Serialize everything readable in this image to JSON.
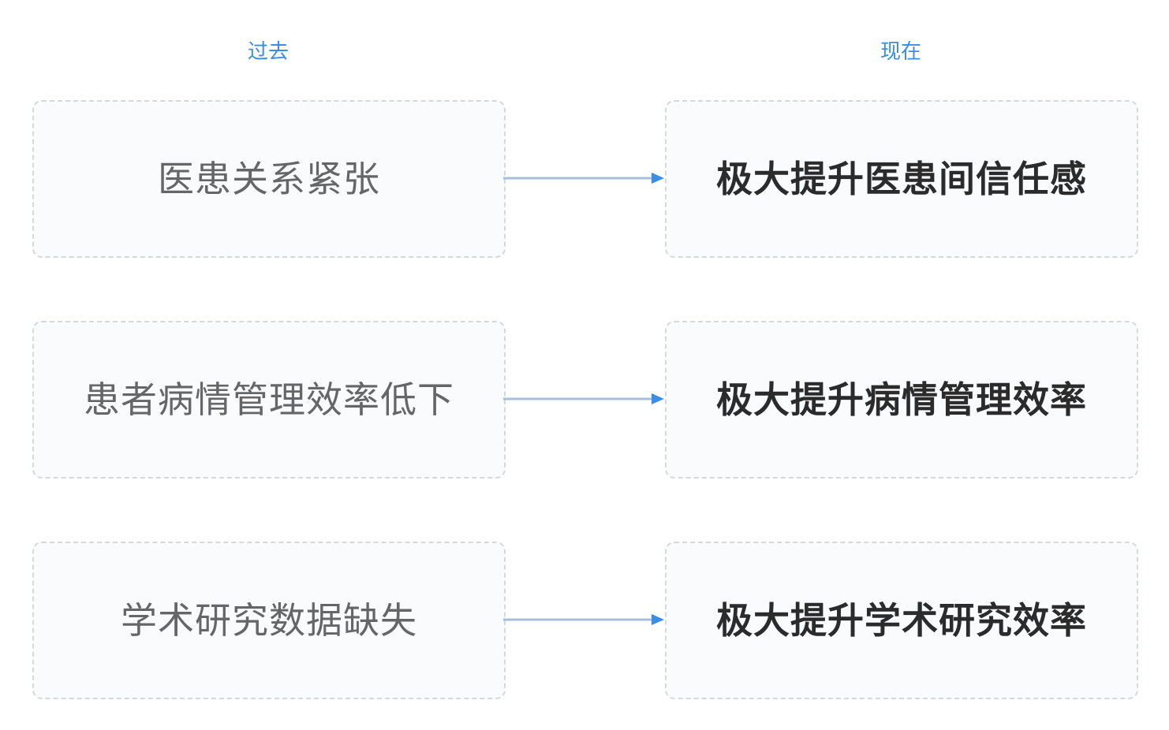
{
  "headers": {
    "past": "过去",
    "now": "现在"
  },
  "rows": [
    {
      "past": "医患关系紧张",
      "now": "极大提升医患间信任感"
    },
    {
      "past": "患者病情管理效率低下",
      "now": "极大提升病情管理效率"
    },
    {
      "past": "学术研究数据缺失",
      "now": "极大提升学术研究效率"
    }
  ],
  "colors": {
    "header": "#3a8ee6",
    "arrow_line": "#a9bfd8",
    "arrow_head": "#3a8ee6",
    "box_border": "#d5d9de",
    "past_text": "#666666",
    "now_text": "#2b2b2b"
  }
}
